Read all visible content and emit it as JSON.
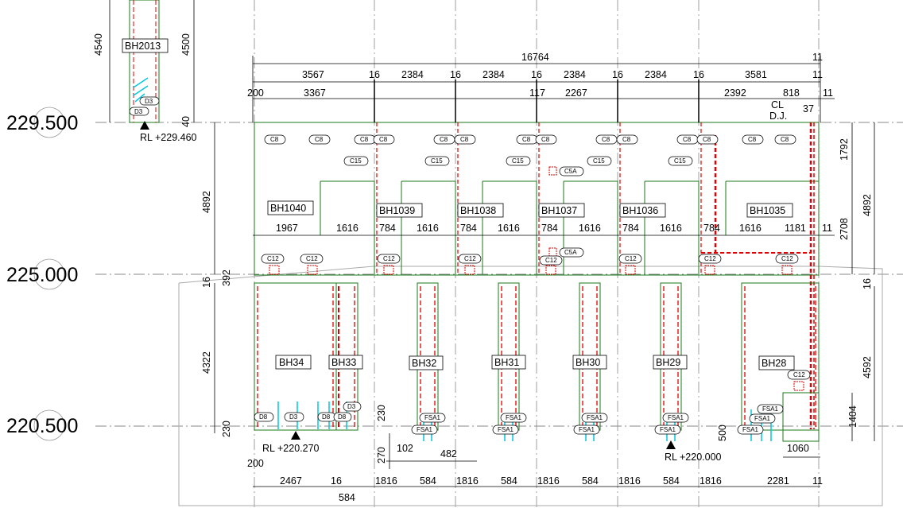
{
  "levels": [
    "229.500",
    "225.000",
    "220.500"
  ],
  "top_dims": {
    "overall": "16764",
    "end_right": "11",
    "row1": [
      "3567",
      "16",
      "2384",
      "16",
      "2384",
      "16",
      "2384",
      "16",
      "2384",
      "16",
      "3581",
      "11"
    ],
    "row2": [
      "200",
      "3367",
      "117",
      "2267",
      "2392",
      "818",
      "11",
      "37"
    ]
  },
  "mid_dims": [
    "1967",
    "1616",
    "784",
    "1616",
    "784",
    "1616",
    "784",
    "1616",
    "784",
    "1616",
    "784",
    "1616",
    "1181",
    "11"
  ],
  "bottom_dims": [
    "2467",
    "16",
    "1816",
    "584",
    "1816",
    "584",
    "1816",
    "584",
    "1816",
    "584",
    "1816",
    "2281",
    "11"
  ],
  "bottom_extra": [
    "200",
    "584",
    "230",
    "270",
    "102",
    "482",
    "500",
    "1060"
  ],
  "vert_dims": {
    "left": [
      "4540",
      "4892",
      "392",
      "16",
      "4322",
      "230"
    ],
    "bh2013_right": [
      "4500",
      "40"
    ],
    "right": [
      "1792",
      "2708",
      "4892",
      "16",
      "4592",
      "1404"
    ]
  },
  "boreholes_top": [
    "BH2013"
  ],
  "boreholes_mid": [
    "BH1040",
    "BH1039",
    "BH1038",
    "BH1037",
    "BH1036",
    "BH1035"
  ],
  "boreholes_low": [
    "BH34",
    "BH33",
    "BH32",
    "BH31",
    "BH30",
    "BH29",
    "BH28"
  ],
  "reduced_levels": [
    "RL +229.460",
    "RL +220.270",
    "RL +220.000"
  ],
  "centerline": [
    "CL",
    "D.J."
  ],
  "tags": {
    "c8": "C8",
    "c15": "C15",
    "c5a": "C5A",
    "c12": "C12",
    "d3": "D3",
    "d8": "D8",
    "fsa1": "FSA1"
  },
  "colors": {
    "structure": "#1a7a1a",
    "reinforcement": "#e00000",
    "pile": "#00c8e0",
    "dims": "#000000",
    "grid": "#888888"
  }
}
